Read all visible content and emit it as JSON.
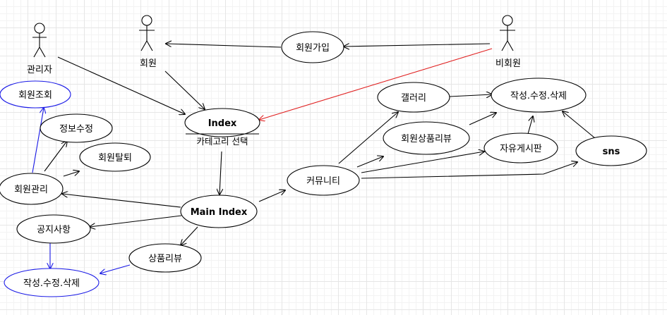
{
  "actors": {
    "admin": "관리자",
    "member": "회원",
    "guest": "비회원"
  },
  "use_cases": {
    "signup": "회원가입",
    "index": "Index",
    "index_sub": "카테고리 선택",
    "member_lookup": "회원조회",
    "edit_info": "정보수정",
    "withdraw": "회원탈퇴",
    "member_manage": "회원관리",
    "notice": "공지사항",
    "crud_left": "작성.수정.삭제",
    "product_review": "상품리뷰",
    "main_index": "Main Index",
    "community": "커뮤니티",
    "gallery": "갤러리",
    "member_product_review": "회원상품리뷰",
    "free_board": "자유게시판",
    "sns": "sns",
    "crud_right": "작성.수정.삭제"
  },
  "colors": {
    "line": "#000000",
    "blue": "#1a1ae6",
    "red": "#e02020"
  }
}
